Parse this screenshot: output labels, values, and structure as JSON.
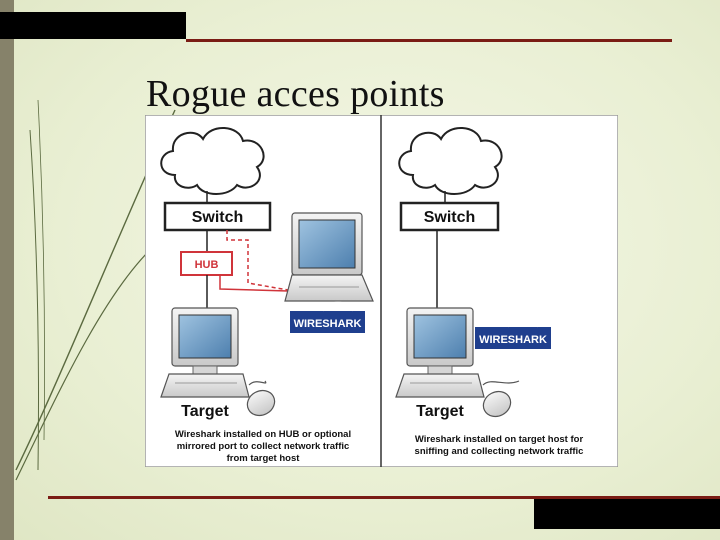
{
  "slide": {
    "title": "Rogue acces points"
  },
  "diagram": {
    "left": {
      "switch_label": "Switch",
      "hub_label": "HUB",
      "wireshark_logo": "WIRESHARK",
      "target_label": "Target",
      "caption_lines": [
        "Wireshark installed on HUB or optional",
        "mirrored port to collect network traffic",
        "from target host"
      ]
    },
    "right": {
      "switch_label": "Switch",
      "wireshark_logo": "WIRESHARK",
      "target_label": "Target",
      "caption_lines": [
        "Wireshark installed on target host for",
        "sniffing and collecting network traffic"
      ]
    }
  },
  "colors": {
    "hub_link": "#d0343a",
    "logo_blue": "#1f3f8e",
    "accent_rule": "#7a1c14"
  },
  "icons": [
    "cloud-icon",
    "monitor-icon",
    "laptop-icon",
    "mouse-icon"
  ]
}
